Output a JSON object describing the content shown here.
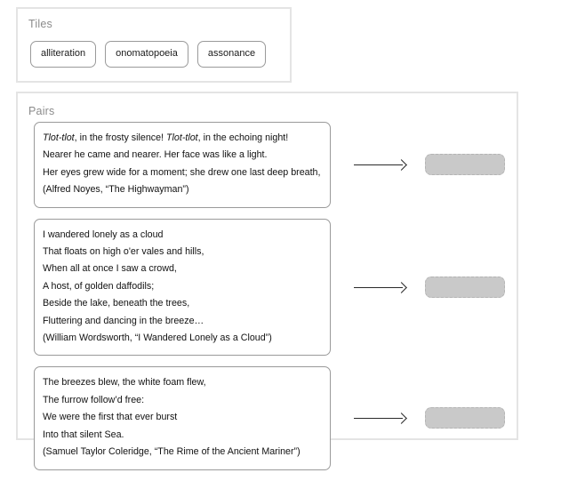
{
  "tiles_panel": {
    "title": "Tiles",
    "tiles": [
      {
        "label": "alliteration"
      },
      {
        "label": "onomatopoeia"
      },
      {
        "label": "assonance"
      }
    ]
  },
  "pairs_panel": {
    "title": "Pairs",
    "arrow_icon": "arrow-right-icon",
    "pairs": [
      {
        "lines": [
          {
            "segments": [
              {
                "text": "Tlot-tlot",
                "italic": true
              },
              {
                "text": ", in the frosty silence! ",
                "italic": false
              },
              {
                "text": "Tlot-tlot",
                "italic": true
              },
              {
                "text": ", in the echoing night!",
                "italic": false
              }
            ]
          },
          {
            "segments": [
              {
                "text": "Nearer he came and nearer. Her face was like a light.",
                "italic": false
              }
            ]
          },
          {
            "segments": [
              {
                "text": "Her eyes grew wide for a moment; she drew one last deep breath,",
                "italic": false
              }
            ]
          },
          {
            "segments": [
              {
                "text": "(Alfred Noyes, “The Highwayman”)",
                "italic": false
              }
            ]
          }
        ],
        "dropzone_value": ""
      },
      {
        "lines": [
          {
            "segments": [
              {
                "text": "I wandered lonely as a cloud",
                "italic": false
              }
            ]
          },
          {
            "segments": [
              {
                "text": "That floats on high o'er vales and hills,",
                "italic": false
              }
            ]
          },
          {
            "segments": [
              {
                "text": "When all at once I saw a crowd,",
                "italic": false
              }
            ]
          },
          {
            "segments": [
              {
                "text": "A host, of golden daffodils;",
                "italic": false
              }
            ]
          },
          {
            "segments": [
              {
                "text": "Beside the lake, beneath the trees,",
                "italic": false
              }
            ]
          },
          {
            "segments": [
              {
                "text": "Fluttering and dancing in the breeze…",
                "italic": false
              }
            ]
          },
          {
            "segments": [
              {
                "text": "(William Wordsworth, “I Wandered Lonely as a Cloud”)",
                "italic": false
              }
            ]
          }
        ],
        "dropzone_value": ""
      },
      {
        "lines": [
          {
            "segments": [
              {
                "text": "The breezes blew, the white foam flew,",
                "italic": false
              }
            ]
          },
          {
            "segments": [
              {
                "text": "The furrow follow’d free:",
                "italic": false
              }
            ]
          },
          {
            "segments": [
              {
                "text": "We were the first that ever burst",
                "italic": false
              }
            ]
          },
          {
            "segments": [
              {
                "text": "Into that silent Sea.",
                "italic": false
              }
            ]
          },
          {
            "segments": [
              {
                "text": "(Samuel Taylor Coleridge, “The Rime of the Ancient Mariner”)",
                "italic": false
              }
            ]
          }
        ],
        "dropzone_value": ""
      }
    ]
  },
  "colors": {
    "panel_border": "#e4e4e4",
    "card_border": "#9a9a9a",
    "dropzone_fill": "#c9c9c9",
    "dropzone_border": "#b4b4b4",
    "heading_text": "#8b8b8b",
    "body_text": "#121212"
  }
}
